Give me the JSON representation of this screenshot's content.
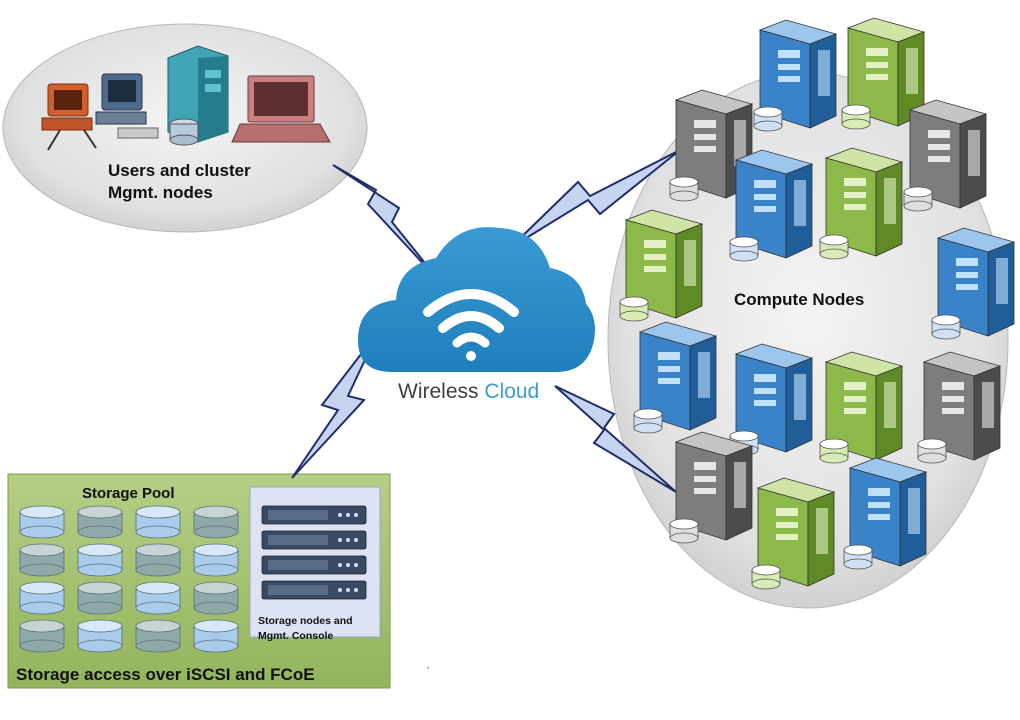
{
  "users_group": {
    "label_line1": "Users and cluster",
    "label_line2": "Mgmt. nodes"
  },
  "cloud": {
    "label_part1": "Wireless",
    "label_part2": "Cloud"
  },
  "compute_group": {
    "label": "Compute Nodes"
  },
  "storage_group": {
    "title": "Storage Pool",
    "nodes_label_line1": "Storage nodes and",
    "nodes_label_line2": "Mgmt. Console",
    "footer": "Storage access over iSCSI and FCoE"
  },
  "stray_mark": "'",
  "colors": {
    "cloud": "#2b8fc9",
    "link_fill": "#c7d4f0",
    "link_stroke": "#1f2d6b",
    "storage_panel": "#9fbf6e",
    "server_blue": "#3a83c9",
    "server_green": "#8db84a",
    "server_gray": "#7d7d7d",
    "ellipse_gray": "#e6e6e6"
  }
}
